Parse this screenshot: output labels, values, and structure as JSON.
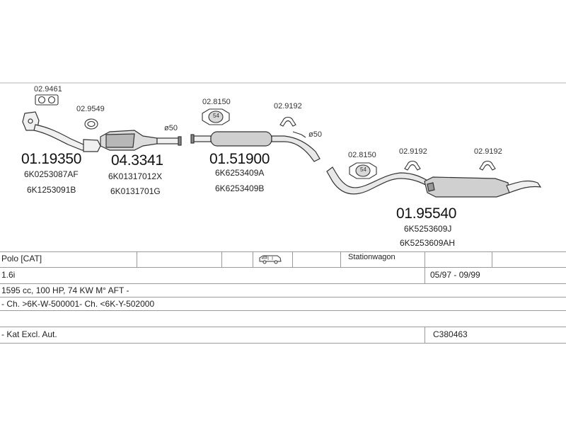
{
  "parts": {
    "gasket_front": "02.9461",
    "ring_cat": "02.9549",
    "diameter_1": "ø50",
    "mount_mid": "02.8150",
    "clip_mid": "02.9192",
    "diameter_2": "ø50",
    "mount_rear": "02.8150",
    "clip_rear_1": "02.9192",
    "clip_rear_2": "02.9192",
    "mount_badge_1": "54",
    "mount_badge_2": "54"
  },
  "sections": [
    {
      "number": "01.19350",
      "oe_1": "6K0253087AF",
      "oe_2": "6K1253091B"
    },
    {
      "number": "04.3341",
      "oe_1": "6K01317012X",
      "oe_2": "6K0131701G"
    },
    {
      "number": "01.51900",
      "oe_1": "6K6253409A",
      "oe_2": "6K6253409B"
    },
    {
      "number": "01.95540",
      "oe_1": "6K5253609J",
      "oe_2": "6K5253609AH"
    }
  ],
  "vehicle": {
    "model": "Polo  [CAT]",
    "body": "Stationwagon",
    "engine": "1.6i",
    "years": "05/97 - 09/99",
    "specs": "1595 cc, 100 HP, 74 KW M° AFT -",
    "chassis": "- Ch. >6K-W-500001- Ch. <6K-Y-502000",
    "notes": "- Kat Excl. Aut.",
    "ref": "C380463"
  },
  "icons": {
    "body_icon": "van-icon"
  }
}
